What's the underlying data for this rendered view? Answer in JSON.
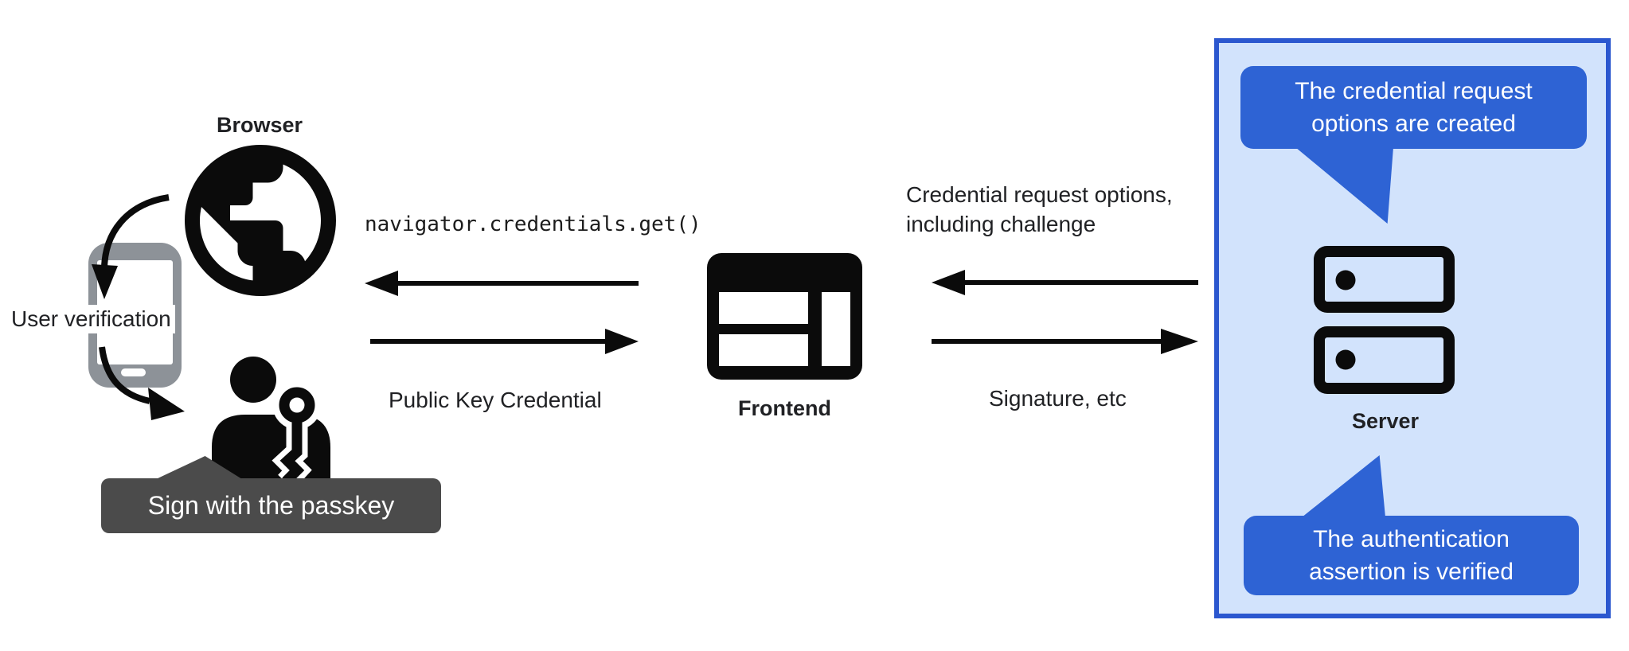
{
  "colors": {
    "ink": "#111111",
    "label": "#202124",
    "phone_gray": "#8d9298",
    "tooltip_gray": "#4b4b4b",
    "panel_border": "#2b57cf",
    "panel_fill": "#d2e3fc",
    "bubble_blue": "#2e63d4",
    "bubble_text": "#ffffff"
  },
  "icons": {
    "browser": "globe-icon",
    "authenticator": "smartphone-icon",
    "user": "user-passkey-icon",
    "frontend": "browser-window-icon",
    "server": "server-stack-icon"
  },
  "client": {
    "browser_label": "Browser",
    "user_verification_label": "User verification",
    "passkey_tooltip": "Sign with the passkey"
  },
  "frontend": {
    "label": "Frontend",
    "code_call": "navigator.credentials.get()",
    "return_label": "Public Key Credential"
  },
  "server": {
    "label": "Server",
    "request_line1": "Credential request options,",
    "request_line2": "including challenge",
    "response_label": "Signature, etc",
    "bubble_top": {
      "line1": "The credential request",
      "line2": "options are created"
    },
    "bubble_bottom": {
      "line1": "The authentication",
      "line2": "assertion is verified"
    }
  }
}
